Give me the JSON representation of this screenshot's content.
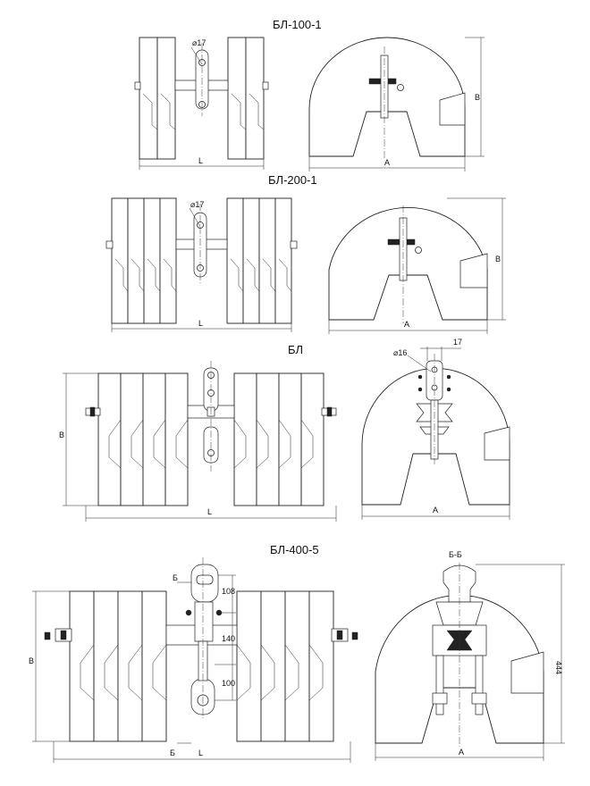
{
  "diagram": {
    "drawings": [
      {
        "title": "БЛ-100-1",
        "front_dims": {
          "hole": "⌀17",
          "width": "L"
        },
        "side_dims": {
          "width": "A",
          "height": "B"
        }
      },
      {
        "title": "БЛ-200-1",
        "front_dims": {
          "hole": "⌀17",
          "width": "L"
        },
        "side_dims": {
          "width": "A",
          "height": "B"
        }
      },
      {
        "title": "БЛ",
        "front_dims": {
          "width": "L",
          "height": "B"
        },
        "side_dims": {
          "hole": "⌀16",
          "gap": "17",
          "width": "A"
        }
      },
      {
        "title": "БЛ-400-5",
        "front_dims": {
          "width": "L",
          "height": "B",
          "section_mark_top": "Б",
          "section_mark_bottom": "Б",
          "d1": "108",
          "d2": "140",
          "d3": "100"
        },
        "side_dims": {
          "section": "Б-Б",
          "width": "A",
          "height": "444"
        }
      }
    ]
  }
}
